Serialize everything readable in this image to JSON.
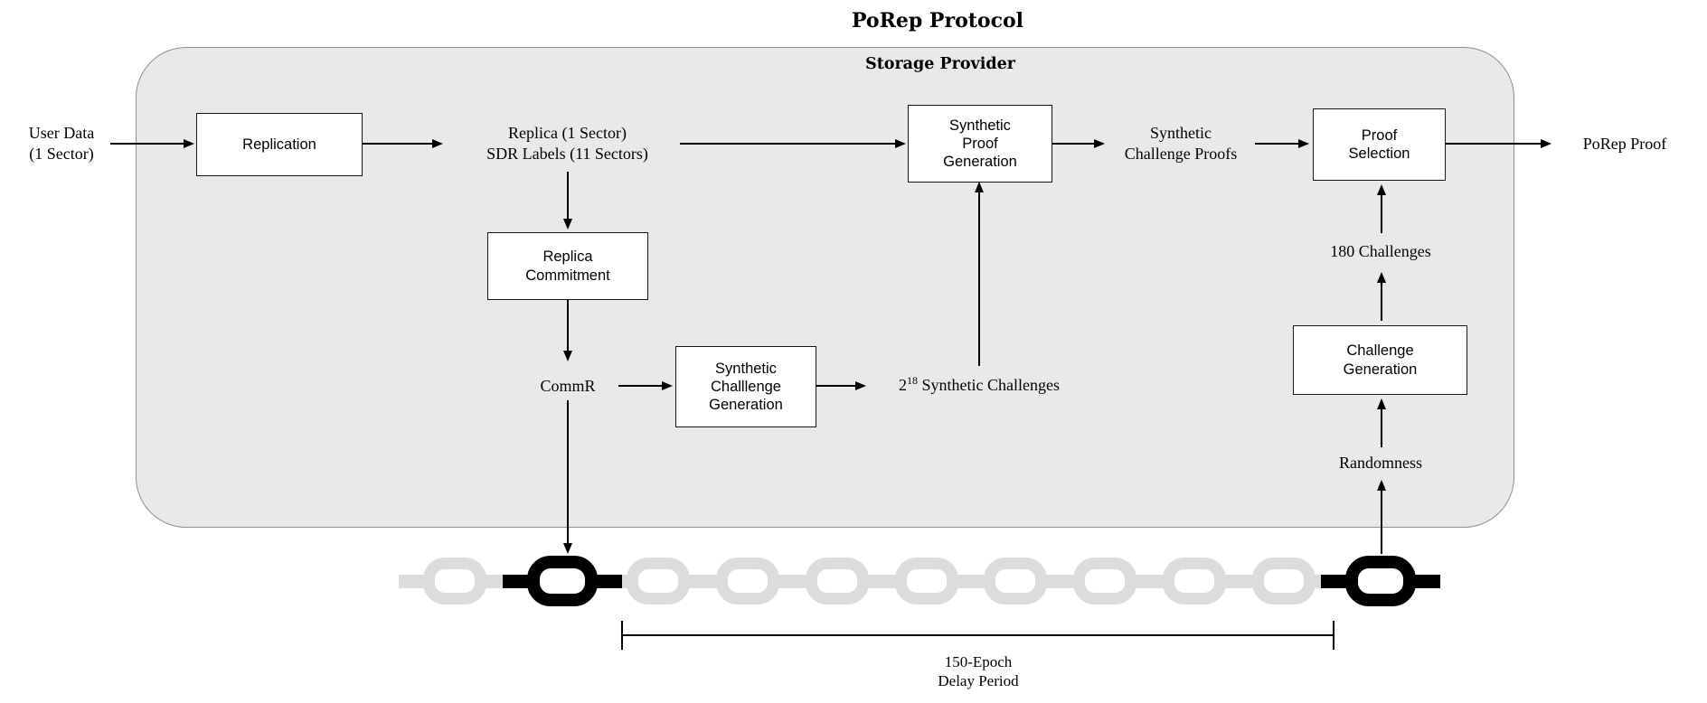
{
  "title": "PoRep Protocol",
  "container": {
    "label": "Storage Provider"
  },
  "nodes": {
    "user_data": "User Data\n(1 Sector)",
    "replication": "Replication",
    "replica_sdr": "Replica (1 Sector)\nSDR Labels (11 Sectors)",
    "synthetic_proof_generation": "Synthetic\nProof\nGeneration",
    "synthetic_challenge_proofs": "Synthetic\nChallenge Proofs",
    "proof_selection": "Proof\nSelection",
    "porep_proof": "PoRep Proof",
    "replica_commitment": "Replica\nCommitment",
    "commr": "CommR",
    "synthetic_challenge_generation": "Synthetic\nChalllenge\nGeneration",
    "synthetic_challenges": {
      "base": "2",
      "exponent": "18",
      "rest": " Synthetic Challenges"
    },
    "challenge_generation": "Challenge\nGeneration",
    "challenges_180": "180 Challenges",
    "randomness": "Randomness"
  },
  "chain": {
    "links": [
      "light",
      "black",
      "light",
      "light",
      "light",
      "light",
      "light",
      "light",
      "light",
      "light",
      "black"
    ]
  },
  "bracket": {
    "label": "150-Epoch\nDelay Period"
  },
  "colors": {
    "container_fill": "#e9e9e9",
    "container_border": "#8f8f8f",
    "chain_light": "#dcdcdc",
    "chain_black": "#000000"
  }
}
